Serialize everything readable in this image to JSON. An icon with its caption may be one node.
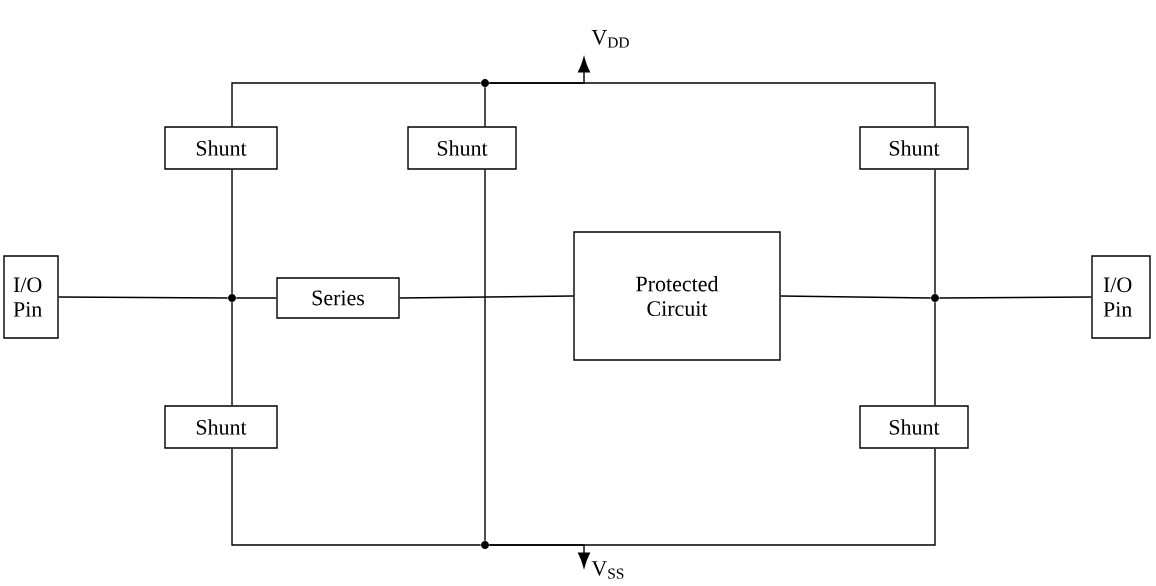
{
  "diagram": {
    "nodes": [
      {
        "text": [
          "I/O Pin"
        ]
      },
      {
        "text": [
          "Shunt"
        ]
      },
      {
        "text": [
          "Shunt"
        ]
      },
      {
        "text": [
          "Shunt"
        ]
      },
      {
        "text": [
          "Series"
        ]
      },
      {
        "text": [
          "Protected Circuit"
        ]
      },
      {
        "text": [
          "I/O Pin"
        ]
      },
      {
        "text": [
          "Shunt"
        ]
      },
      {
        "text": [
          "Shunt"
        ]
      },
      {
        "text": [
          "V$_{DD}$"
        ]
      },
      {
        "text": [
          "V$_{SS}$"
        ]
      },
      {
        "text": [],
        "shape": "circle"
      },
      {
        "text": [],
        "shape": "circle"
      },
      {
        "text": [],
        "shape": "circle"
      },
      {
        "text": [],
        "shape": "circle"
      }
    ],
    "edges": [
      {
        "from": 0,
        "to": 12,
        "arrow": "none"
      },
      {
        "from": 12,
        "to": 4,
        "arrow": "none"
      },
      {
        "from": 12,
        "to": 1,
        "arrow": "none"
      },
      {
        "from": 12,
        "to": 7,
        "arrow": "none"
      },
      {
        "from": 4,
        "to": 5,
        "arrow": "none"
      },
      {
        "from": 5,
        "to": 13,
        "arrow": "none"
      },
      {
        "from": 13,
        "to": 6,
        "arrow": "none"
      },
      {
        "from": 13,
        "to": 3,
        "arrow": "none"
      },
      {
        "from": 13,
        "to": 8,
        "arrow": "none"
      },
      {
        "from": 2,
        "to": 11,
        "arrow": "none"
      },
      {
        "from": 1,
        "to": 11,
        "arrow": "none"
      },
      {
        "from": 11,
        "to": 3,
        "arrow": "none"
      },
      {
        "from": 11,
        "to": 9,
        "arrow": "to"
      },
      {
        "from": 2,
        "to": 14,
        "arrow": "none"
      },
      {
        "from": 7,
        "to": 14,
        "arrow": "none"
      },
      {
        "from": 14,
        "to": 8,
        "arrow": "none"
      },
      {
        "from": 14,
        "to": 10,
        "arrow": "to"
      }
    ]
  }
}
